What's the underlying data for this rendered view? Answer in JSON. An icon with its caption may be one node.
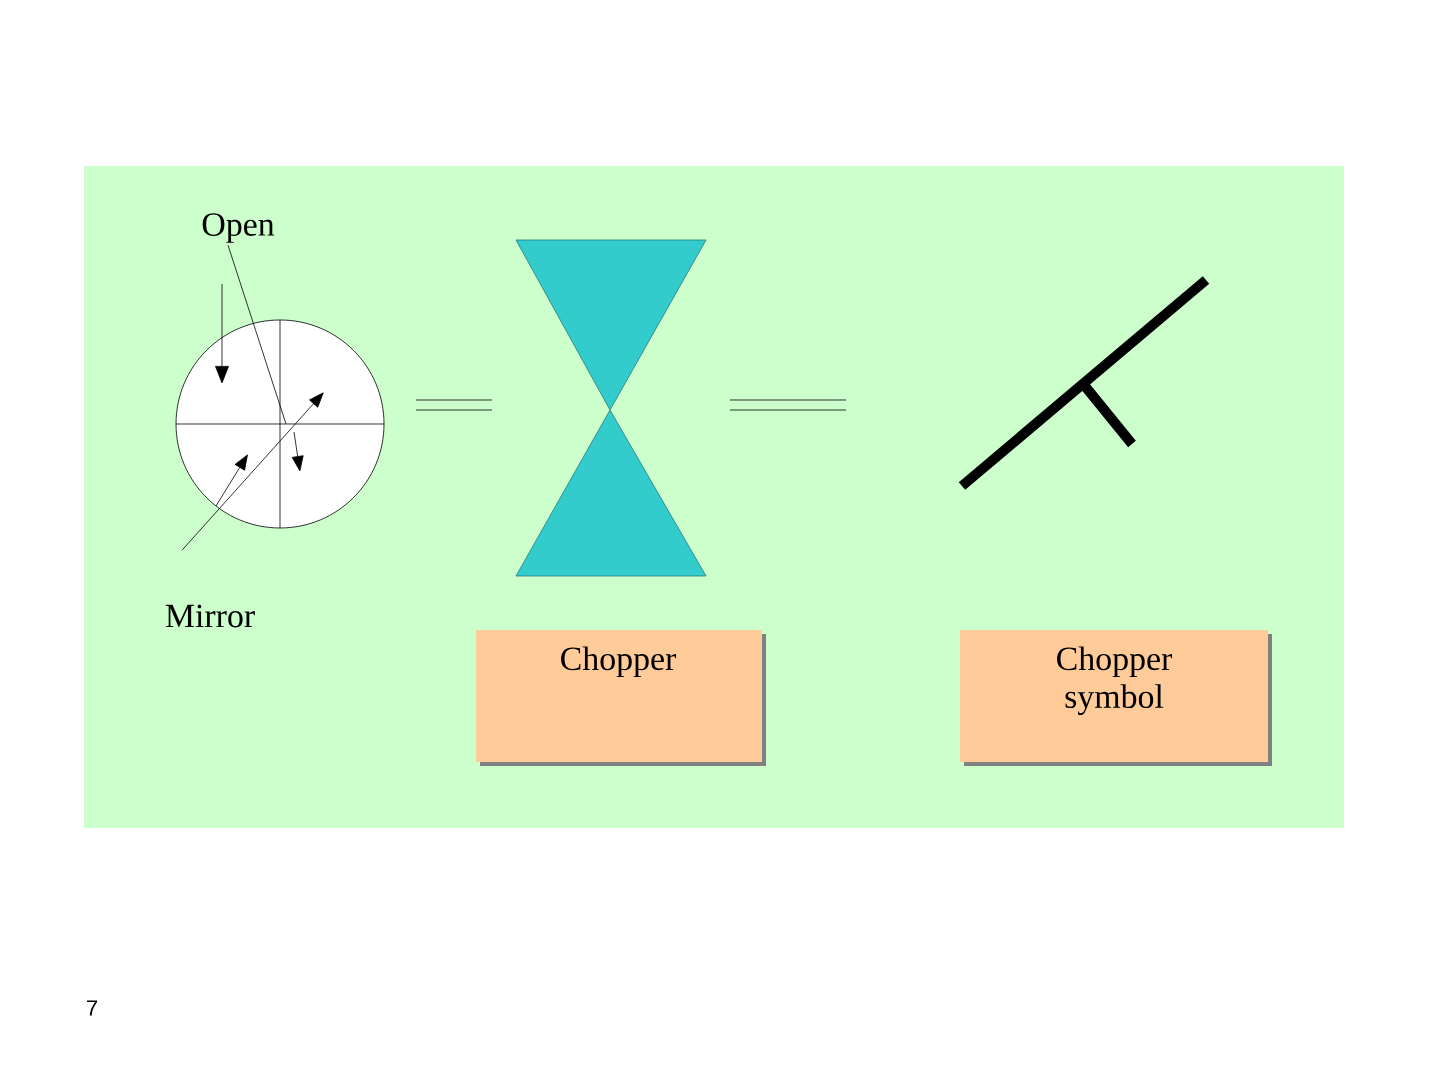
{
  "diagram": {
    "nodes": [
      {
        "text": [
          "Open"
        ]
      },
      {
        "text": [
          "Mirror"
        ]
      },
      {
        "text": [],
        "shape": "circle"
      },
      {
        "text": [
          "Chopper"
        ]
      },
      {
        "text": [
          "Chopper symbol"
        ]
      }
    ],
    "edges": [
      {
        "from": 0,
        "to": 2,
        "arrow": "none"
      },
      {
        "from": 1,
        "to": 2,
        "arrow": "to"
      }
    ],
    "labels": [
      "7"
    ]
  }
}
